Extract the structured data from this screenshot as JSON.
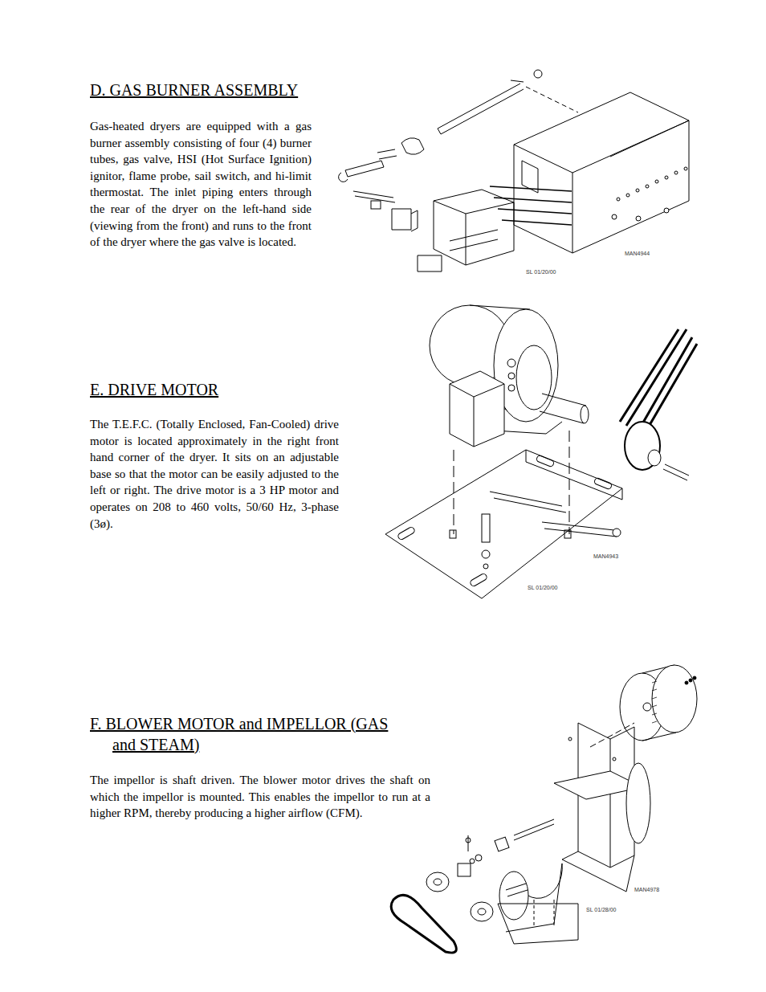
{
  "diagram": {
    "labels": [
      "D.  GAS BURNER ASSEMBLY",
      "Gas-heated dryers are equipped with a gas burner assembly consisting of four (4) burner tubes, gas valve, HSI (Hot Surface Ignition) ignitor, flame probe, sail switch, and hi-limit thermostat.  The inlet piping enters through the rear of the dryer on the left-hand side (viewing from the front) and runs to the front of the dryer where the gas valve is located.",
      "MAN4944",
      "SL 01/20/00",
      "E.  DRIVE MOTOR",
      "The T.E.F.C. (Totally Enclosed, Fan-Cooled) drive motor is located approximately in the right front hand corner of the dryer.  It sits on an adjustable base so that the motor can be easily adjusted to the left or right.  The drive motor is a 3 HP motor and operates on 208 to 460 volts, 50/60 Hz, 3-phase (3ø).",
      "MAN4943",
      "SL 01/20/00",
      "F.  BLOWER MOTOR and IMPELLOR (GAS and STEAM)",
      "The impellor is shaft driven.  The blower motor drives the shaft on which the impellor is mounted.  This enables the impellor to run at a higher RPM, thereby producing a higher airflow (CFM).",
      "MAN4978",
      "SL 01/28/00"
    ]
  }
}
